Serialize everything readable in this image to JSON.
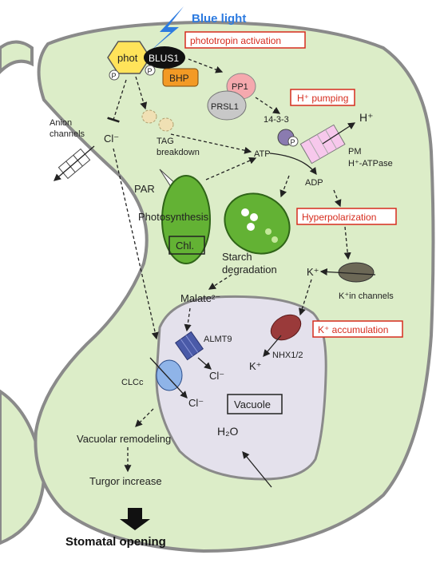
{
  "colors": {
    "cell_fill": "#dcedc8",
    "cell_stroke": "#8a8a8a",
    "vacuole_fill": "#e4e1ec",
    "chloroplast_fill": "#63b234",
    "red_label": "#d62c1e",
    "blue_light": "#2d7be0",
    "phot_fill": "#ffe35a",
    "bhp_fill": "#f39a25",
    "pp1_fill": "#f5a9ae",
    "prsl1_fill": "#c8c8c8",
    "atpase_fill": "#f7c8ec",
    "k_channel_fill": "#6c6856",
    "nhx_fill": "#9a3a3a",
    "almt9_fill": "#4a5aa8",
    "clcc_fill": "#8fb4e8"
  },
  "labels": {
    "blue_light": "Blue light",
    "phototropin_activation": "phototropin activation",
    "phot": "phot",
    "blus1": "BLUS1",
    "bhp": "BHP",
    "p": "P",
    "pp1": "PP1",
    "prsl1": "PRSL1",
    "h_pumping": "H⁺ pumping",
    "fourteen_3_3": "14-3-3",
    "h_plus": "H⁺",
    "pm": "PM",
    "h_atpase": "H⁺-ATPase",
    "atp": "ATP",
    "adp": "ADP",
    "anion_channels_1": "Anion",
    "anion_channels_2": "channels",
    "cl_minus": "Cl⁻",
    "tag_1": "TAG",
    "tag_2": "breakdown",
    "par": "PAR",
    "photosynthesis": "Photosynthesis",
    "chl": "Chl.",
    "hyperpolarization": "Hyperpolarization",
    "starch_1": "Starch",
    "starch_2": "degradation",
    "k_plus": "K⁺",
    "k_in_channels": "K⁺in channels",
    "malate": "Malate²⁻",
    "almt9": "ALMT9",
    "k_accumulation": "K⁺ accumulation",
    "nhx": "NHX1/2",
    "clcc": "CLCc",
    "vacuole": "Vacuole",
    "h2o": "H₂O",
    "vacuolar_remodeling": "Vacuolar remodeling",
    "turgor_increase": "Turgor increase",
    "stomatal_opening": "Stomatal opening"
  }
}
